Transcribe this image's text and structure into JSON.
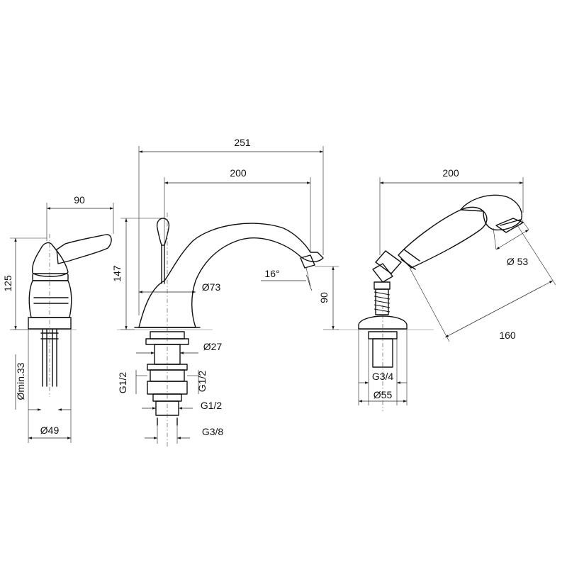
{
  "dimensions": {
    "mixer_width": "90",
    "mixer_height": "125",
    "hole_min": "Ømin.33",
    "mixer_base": "Ø49",
    "spout_total_width": "251",
    "spout_reach": "200",
    "spout_height": "147",
    "spout_base": "Ø73",
    "outlet_angle": "16°",
    "outlet_height": "90",
    "shank_dia": "Ø27",
    "thread_left": "G1/2",
    "thread_right": "G1/2",
    "thread_lower": "G1/2",
    "thread_bottom": "G3/8",
    "shower_reach": "200",
    "shower_head_dia": "Ø 53",
    "shower_length": "160",
    "shower_thread": "G3/4",
    "shower_base": "Ø55"
  }
}
